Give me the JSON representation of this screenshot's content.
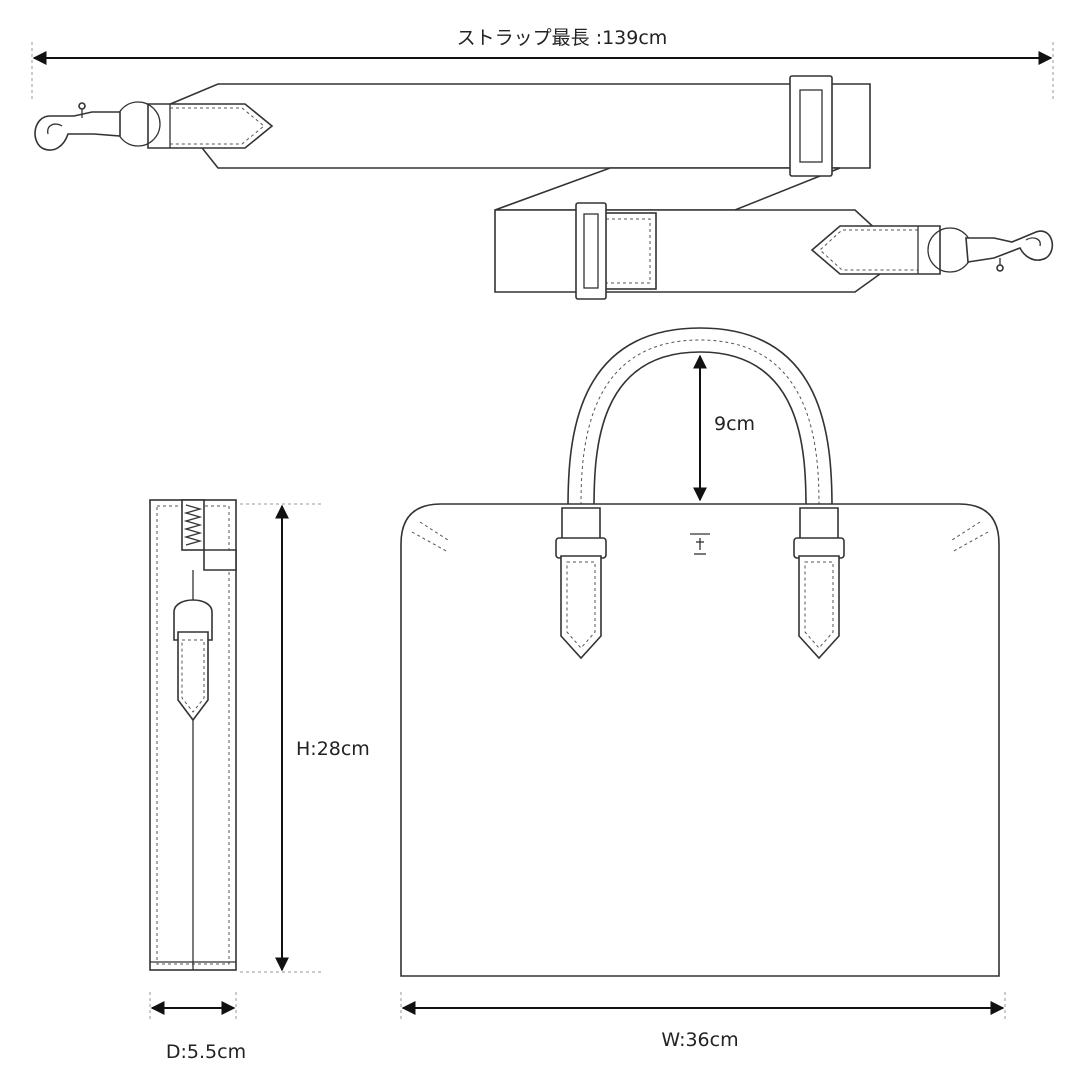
{
  "labels": {
    "strap_length": "ストラップ最長 :139cm",
    "handle_height": "9cm",
    "height": "H:28cm",
    "depth": "D:5.5cm",
    "width": "W:36cm"
  },
  "colors": {
    "line": "#333333",
    "arrow": "#111111",
    "stitch": "#555555",
    "guide": "#999999",
    "background": "#ffffff"
  }
}
